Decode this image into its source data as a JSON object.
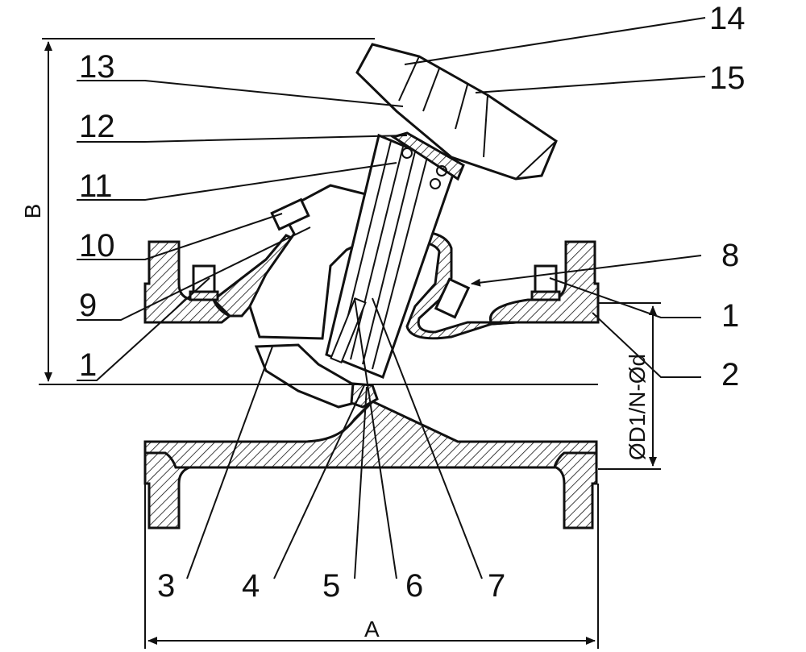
{
  "callouts": {
    "c14": "14",
    "c15": "15",
    "c13": "13",
    "c12": "12",
    "c11": "11",
    "c10": "10",
    "c9": "9",
    "c1_left": "1",
    "c8": "8",
    "c1_right": "1",
    "c2": "2",
    "c3": "3",
    "c4": "4",
    "c5": "5",
    "c6": "6",
    "c7": "7"
  },
  "dimensions": {
    "a": "A",
    "b": "B",
    "flange": "ØD1/N-Ød"
  }
}
